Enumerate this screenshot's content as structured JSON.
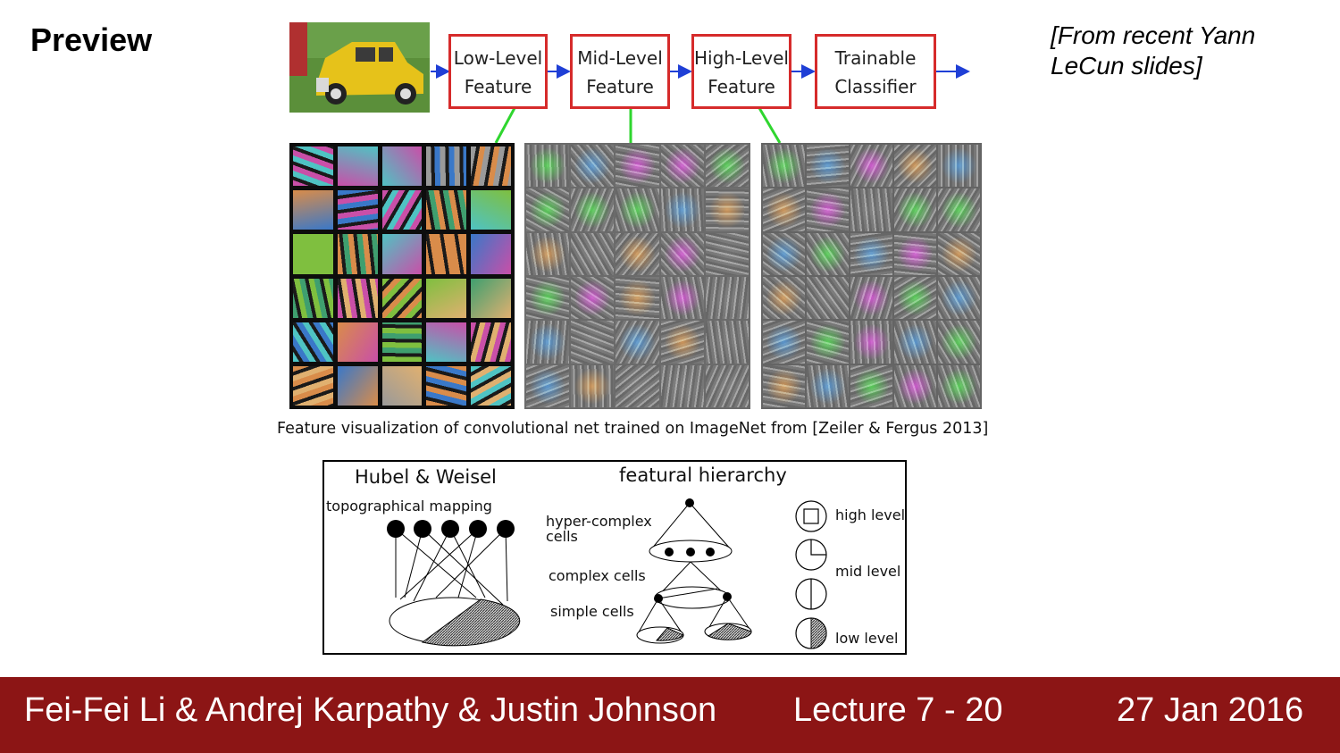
{
  "slide": {
    "title": "Preview",
    "citation": "[From recent Yann LeCun slides]"
  },
  "pipeline": {
    "stages": [
      {
        "line1": "Low-Level",
        "line2": "Feature"
      },
      {
        "line1": "Mid-Level",
        "line2": "Feature"
      },
      {
        "line1": "High-Level",
        "line2": "Feature"
      },
      {
        "line1": "Trainable",
        "line2": "Classifier"
      }
    ],
    "arrow_color": "#1f3fd6",
    "connector_color": "#2fd62f",
    "box_border_color": "#d62b2b"
  },
  "caption": "Feature visualization of convolutional net trained on ImageNet from [Zeiler & Fergus 2013]",
  "hubel": {
    "title": "Hubel & Weisel",
    "topo_label": "topographical mapping",
    "hierarchy_title": "featural hierarchy",
    "hyper_label_1": "hyper-complex",
    "hyper_label_2": "cells",
    "complex_label": "complex cells",
    "simple_label": "simple cells",
    "high_level": "high level",
    "mid_level": "mid level",
    "low_level": "low level"
  },
  "footer": {
    "authors": "Fei-Fei Li & Andrej Karpathy & Justin Johnson",
    "lecture": "Lecture 7 - 20",
    "date": "27 Jan 2016",
    "background_color": "#8c1515"
  }
}
